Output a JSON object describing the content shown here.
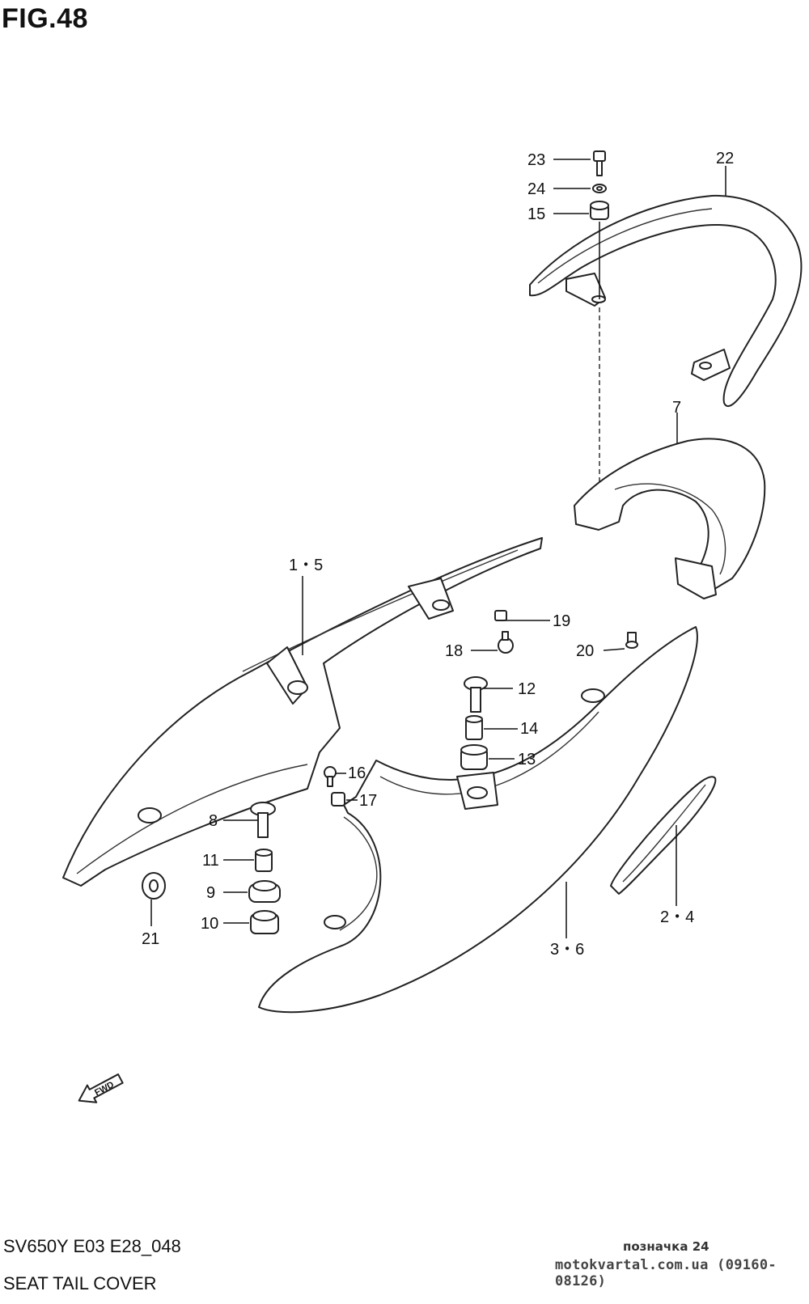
{
  "figure": {
    "title": "FIG.48",
    "model_code": "SV650Y  E03  E28_048",
    "caption": "SEAT TAIL COVER"
  },
  "callouts": [
    {
      "id": "c23",
      "label": "23"
    },
    {
      "id": "c24",
      "label": "24"
    },
    {
      "id": "c15",
      "label": "15"
    },
    {
      "id": "c22",
      "label": "22"
    },
    {
      "id": "c7",
      "label": "7"
    },
    {
      "id": "c1-5",
      "label": "1・5"
    },
    {
      "id": "c19",
      "label": "19"
    },
    {
      "id": "c18",
      "label": "18"
    },
    {
      "id": "c20",
      "label": "20"
    },
    {
      "id": "c12",
      "label": "12"
    },
    {
      "id": "c14",
      "label": "14"
    },
    {
      "id": "c13",
      "label": "13"
    },
    {
      "id": "c16",
      "label": "16"
    },
    {
      "id": "c17",
      "label": "17"
    },
    {
      "id": "c8",
      "label": "8"
    },
    {
      "id": "c11",
      "label": "11"
    },
    {
      "id": "c9",
      "label": "9"
    },
    {
      "id": "c10",
      "label": "10"
    },
    {
      "id": "c21",
      "label": "21"
    },
    {
      "id": "c2-4",
      "label": "2・4"
    },
    {
      "id": "c3-6",
      "label": "3・6"
    }
  ],
  "direction_marker": {
    "text": "FWD",
    "icon": "forward-arrow-icon"
  },
  "footer": {
    "mark_note": "позначка 24",
    "watermark": "motokvartal.com.ua (09160-08126)"
  }
}
